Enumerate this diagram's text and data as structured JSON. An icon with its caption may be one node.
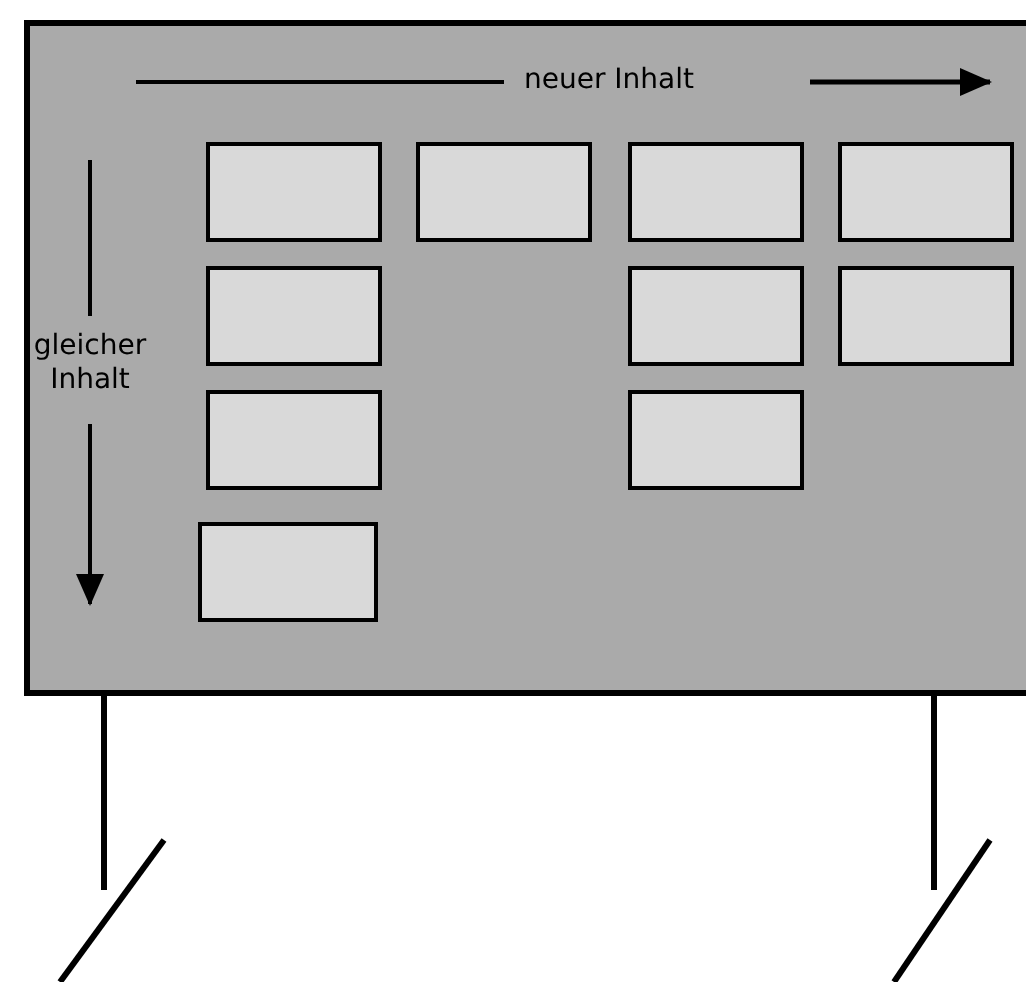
{
  "diagram": {
    "nodes": [
      {
        "text": [],
        "shape": "box"
      },
      {
        "text": [],
        "shape": "box",
        "in": 0
      },
      {
        "text": [],
        "shape": "box",
        "in": 0
      },
      {
        "text": [],
        "shape": "box",
        "in": 0
      },
      {
        "text": [],
        "shape": "box",
        "in": 0
      },
      {
        "text": [],
        "shape": "box",
        "in": 0
      },
      {
        "text": [],
        "shape": "box",
        "in": 0
      },
      {
        "text": [],
        "shape": "box",
        "in": 0
      },
      {
        "text": [],
        "shape": "box",
        "in": 0
      },
      {
        "text": [],
        "shape": "box",
        "in": 0
      },
      {
        "text": [],
        "shape": "box",
        "in": 0
      }
    ],
    "labels": [
      "neuer Inhalt",
      "gleicher Inhalt"
    ]
  }
}
